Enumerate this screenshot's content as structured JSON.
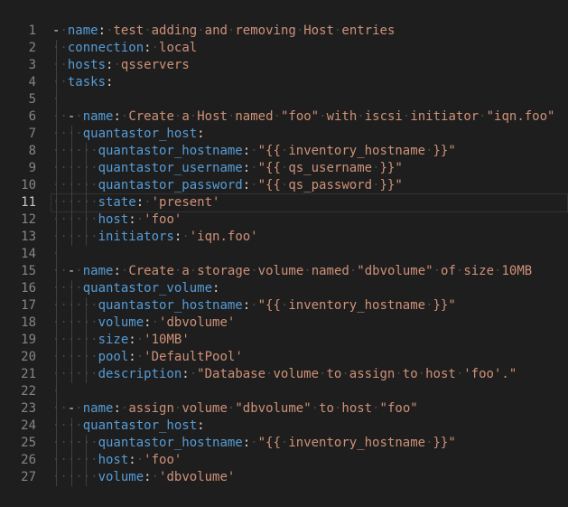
{
  "editor": {
    "language": "yaml",
    "active_line": 11,
    "colors": {
      "background": "#1e1e1e",
      "key": "#569cd6",
      "string": "#ce9178",
      "punctuation": "#d4d4d4",
      "line_number": "#858585",
      "active_line_number": "#c6c6c6",
      "whitespace_dot": "#454545",
      "indent_guide": "#404040",
      "active_line_border": "#323232"
    },
    "lines": [
      {
        "number": 1,
        "guides": [],
        "tokens": [
          {
            "c": "p",
            "t": "- "
          },
          {
            "c": "k",
            "t": "name"
          },
          {
            "c": "p",
            "t": ":"
          },
          {
            "c": "s",
            "t": " test adding and removing Host entries"
          }
        ]
      },
      {
        "number": 2,
        "guides": [
          0
        ],
        "tokens": [
          {
            "c": "p",
            "t": "  "
          },
          {
            "c": "k",
            "t": "connection"
          },
          {
            "c": "p",
            "t": ":"
          },
          {
            "c": "s",
            "t": " local"
          }
        ]
      },
      {
        "number": 3,
        "guides": [
          0
        ],
        "tokens": [
          {
            "c": "p",
            "t": "  "
          },
          {
            "c": "k",
            "t": "hosts"
          },
          {
            "c": "p",
            "t": ":"
          },
          {
            "c": "s",
            "t": " qsservers"
          }
        ]
      },
      {
        "number": 4,
        "guides": [
          0
        ],
        "tokens": [
          {
            "c": "p",
            "t": "  "
          },
          {
            "c": "k",
            "t": "tasks"
          },
          {
            "c": "p",
            "t": ":"
          }
        ]
      },
      {
        "number": 5,
        "guides": [
          0
        ],
        "tokens": [
          {
            "c": "p",
            "t": " "
          }
        ]
      },
      {
        "number": 6,
        "guides": [
          0
        ],
        "tokens": [
          {
            "c": "p",
            "t": "  - "
          },
          {
            "c": "k",
            "t": "name"
          },
          {
            "c": "p",
            "t": ":"
          },
          {
            "c": "s",
            "t": " Create a Host named \"foo\" with iscsi initiator \"iqn.foo\""
          }
        ]
      },
      {
        "number": 7,
        "guides": [
          0,
          2
        ],
        "tokens": [
          {
            "c": "p",
            "t": "    "
          },
          {
            "c": "k",
            "t": "quantastor_host"
          },
          {
            "c": "p",
            "t": ":"
          }
        ]
      },
      {
        "number": 8,
        "guides": [
          0,
          2,
          4
        ],
        "tokens": [
          {
            "c": "p",
            "t": "      "
          },
          {
            "c": "k",
            "t": "quantastor_hostname"
          },
          {
            "c": "p",
            "t": ":"
          },
          {
            "c": "s",
            "t": " \"{{ inventory_hostname }}\""
          }
        ]
      },
      {
        "number": 9,
        "guides": [
          0,
          2,
          4
        ],
        "tokens": [
          {
            "c": "p",
            "t": "      "
          },
          {
            "c": "k",
            "t": "quantastor_username"
          },
          {
            "c": "p",
            "t": ":"
          },
          {
            "c": "s",
            "t": " \"{{ qs_username }}\""
          }
        ]
      },
      {
        "number": 10,
        "guides": [
          0,
          2,
          4
        ],
        "tokens": [
          {
            "c": "p",
            "t": "      "
          },
          {
            "c": "k",
            "t": "quantastor_password"
          },
          {
            "c": "p",
            "t": ":"
          },
          {
            "c": "s",
            "t": " \"{{ qs_password }}\""
          }
        ]
      },
      {
        "number": 11,
        "guides": [
          0,
          2,
          4
        ],
        "tokens": [
          {
            "c": "p",
            "t": "      "
          },
          {
            "c": "k",
            "t": "state"
          },
          {
            "c": "p",
            "t": ":"
          },
          {
            "c": "s",
            "t": " 'present'"
          }
        ]
      },
      {
        "number": 12,
        "guides": [
          0,
          2,
          4
        ],
        "tokens": [
          {
            "c": "p",
            "t": "      "
          },
          {
            "c": "k",
            "t": "host"
          },
          {
            "c": "p",
            "t": ":"
          },
          {
            "c": "s",
            "t": " 'foo'"
          }
        ]
      },
      {
        "number": 13,
        "guides": [
          0,
          2,
          4
        ],
        "tokens": [
          {
            "c": "p",
            "t": "      "
          },
          {
            "c": "k",
            "t": "initiators"
          },
          {
            "c": "p",
            "t": ":"
          },
          {
            "c": "s",
            "t": " 'iqn.foo'"
          }
        ]
      },
      {
        "number": 14,
        "guides": [
          0
        ],
        "tokens": [
          {
            "c": "p",
            "t": " "
          }
        ]
      },
      {
        "number": 15,
        "guides": [
          0
        ],
        "tokens": [
          {
            "c": "p",
            "t": "  - "
          },
          {
            "c": "k",
            "t": "name"
          },
          {
            "c": "p",
            "t": ":"
          },
          {
            "c": "s",
            "t": " Create a storage volume named \"dbvolume\" of size 10MB"
          }
        ]
      },
      {
        "number": 16,
        "guides": [
          0,
          2
        ],
        "tokens": [
          {
            "c": "p",
            "t": "    "
          },
          {
            "c": "k",
            "t": "quantastor_volume"
          },
          {
            "c": "p",
            "t": ":"
          }
        ]
      },
      {
        "number": 17,
        "guides": [
          0,
          2,
          4
        ],
        "tokens": [
          {
            "c": "p",
            "t": "      "
          },
          {
            "c": "k",
            "t": "quantastor_hostname"
          },
          {
            "c": "p",
            "t": ":"
          },
          {
            "c": "s",
            "t": " \"{{ inventory_hostname }}\""
          }
        ]
      },
      {
        "number": 18,
        "guides": [
          0,
          2,
          4
        ],
        "tokens": [
          {
            "c": "p",
            "t": "      "
          },
          {
            "c": "k",
            "t": "volume"
          },
          {
            "c": "p",
            "t": ":"
          },
          {
            "c": "s",
            "t": " 'dbvolume'"
          }
        ]
      },
      {
        "number": 19,
        "guides": [
          0,
          2,
          4
        ],
        "tokens": [
          {
            "c": "p",
            "t": "      "
          },
          {
            "c": "k",
            "t": "size"
          },
          {
            "c": "p",
            "t": ":"
          },
          {
            "c": "s",
            "t": " '10MB'"
          }
        ]
      },
      {
        "number": 20,
        "guides": [
          0,
          2,
          4
        ],
        "tokens": [
          {
            "c": "p",
            "t": "      "
          },
          {
            "c": "k",
            "t": "pool"
          },
          {
            "c": "p",
            "t": ":"
          },
          {
            "c": "s",
            "t": " 'DefaultPool'"
          }
        ]
      },
      {
        "number": 21,
        "guides": [
          0,
          2,
          4
        ],
        "tokens": [
          {
            "c": "p",
            "t": "      "
          },
          {
            "c": "k",
            "t": "description"
          },
          {
            "c": "p",
            "t": ":"
          },
          {
            "c": "s",
            "t": " \"Database volume to assign to host 'foo'.\""
          }
        ]
      },
      {
        "number": 22,
        "guides": [
          0
        ],
        "tokens": [
          {
            "c": "p",
            "t": " "
          }
        ]
      },
      {
        "number": 23,
        "guides": [
          0
        ],
        "tokens": [
          {
            "c": "p",
            "t": "  - "
          },
          {
            "c": "k",
            "t": "name"
          },
          {
            "c": "p",
            "t": ":"
          },
          {
            "c": "s",
            "t": " assign volume \"dbvolume\" to host \"foo\""
          }
        ]
      },
      {
        "number": 24,
        "guides": [
          0,
          2
        ],
        "tokens": [
          {
            "c": "p",
            "t": "    "
          },
          {
            "c": "k",
            "t": "quantastor_host"
          },
          {
            "c": "p",
            "t": ":"
          }
        ]
      },
      {
        "number": 25,
        "guides": [
          0,
          2,
          4
        ],
        "tokens": [
          {
            "c": "p",
            "t": "      "
          },
          {
            "c": "k",
            "t": "quantastor_hostname"
          },
          {
            "c": "p",
            "t": ":"
          },
          {
            "c": "s",
            "t": " \"{{ inventory_hostname }}\""
          }
        ]
      },
      {
        "number": 26,
        "guides": [
          0,
          2,
          4
        ],
        "tokens": [
          {
            "c": "p",
            "t": "      "
          },
          {
            "c": "k",
            "t": "host"
          },
          {
            "c": "p",
            "t": ":"
          },
          {
            "c": "s",
            "t": " 'foo'"
          }
        ]
      },
      {
        "number": 27,
        "guides": [
          0,
          2,
          4
        ],
        "tokens": [
          {
            "c": "p",
            "t": "      "
          },
          {
            "c": "k",
            "t": "volume"
          },
          {
            "c": "p",
            "t": ":"
          },
          {
            "c": "s",
            "t": " 'dbvolume'"
          }
        ]
      }
    ]
  }
}
